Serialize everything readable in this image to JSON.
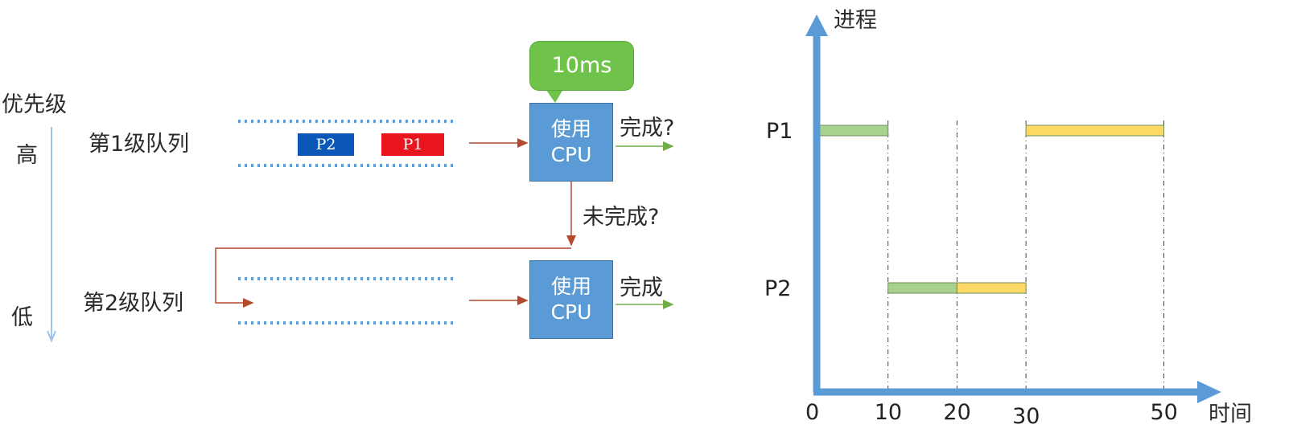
{
  "diagram": {
    "priority_label": "优先级",
    "high_label": "高",
    "low_label": "低",
    "queue1_label": "第1级队列",
    "queue2_label": "第2级队列",
    "queue1_items": [
      "P2",
      "P1"
    ],
    "callout": "10ms",
    "cpu1_line1": "使用",
    "cpu1_line2": "CPU",
    "cpu2_line1": "使用",
    "cpu2_line2": "CPU",
    "done_question": "完成?",
    "not_done_question": "未完成?",
    "done": "完成",
    "colors": {
      "p2": "#0a57b8",
      "p1": "#e8161c",
      "cpu": "#5b9bd5",
      "callout": "#70c34a",
      "arrow_in": "#b5492b",
      "arrow_out": "#70ad47"
    }
  },
  "chart_data": {
    "type": "gantt",
    "ylabel": "进程",
    "xlabel": "时间",
    "x_ticks": [
      0,
      10,
      20,
      30,
      50
    ],
    "xlim": [
      0,
      55
    ],
    "rows": [
      "P1",
      "P2"
    ],
    "segments": [
      {
        "row": "P1",
        "start": 0,
        "end": 10,
        "color": "#a9d18e"
      },
      {
        "row": "P2",
        "start": 10,
        "end": 20,
        "color": "#a9d18e"
      },
      {
        "row": "P2",
        "start": 20,
        "end": 30,
        "color": "#ffd966"
      },
      {
        "row": "P1",
        "start": 30,
        "end": 50,
        "color": "#ffd966"
      }
    ]
  }
}
